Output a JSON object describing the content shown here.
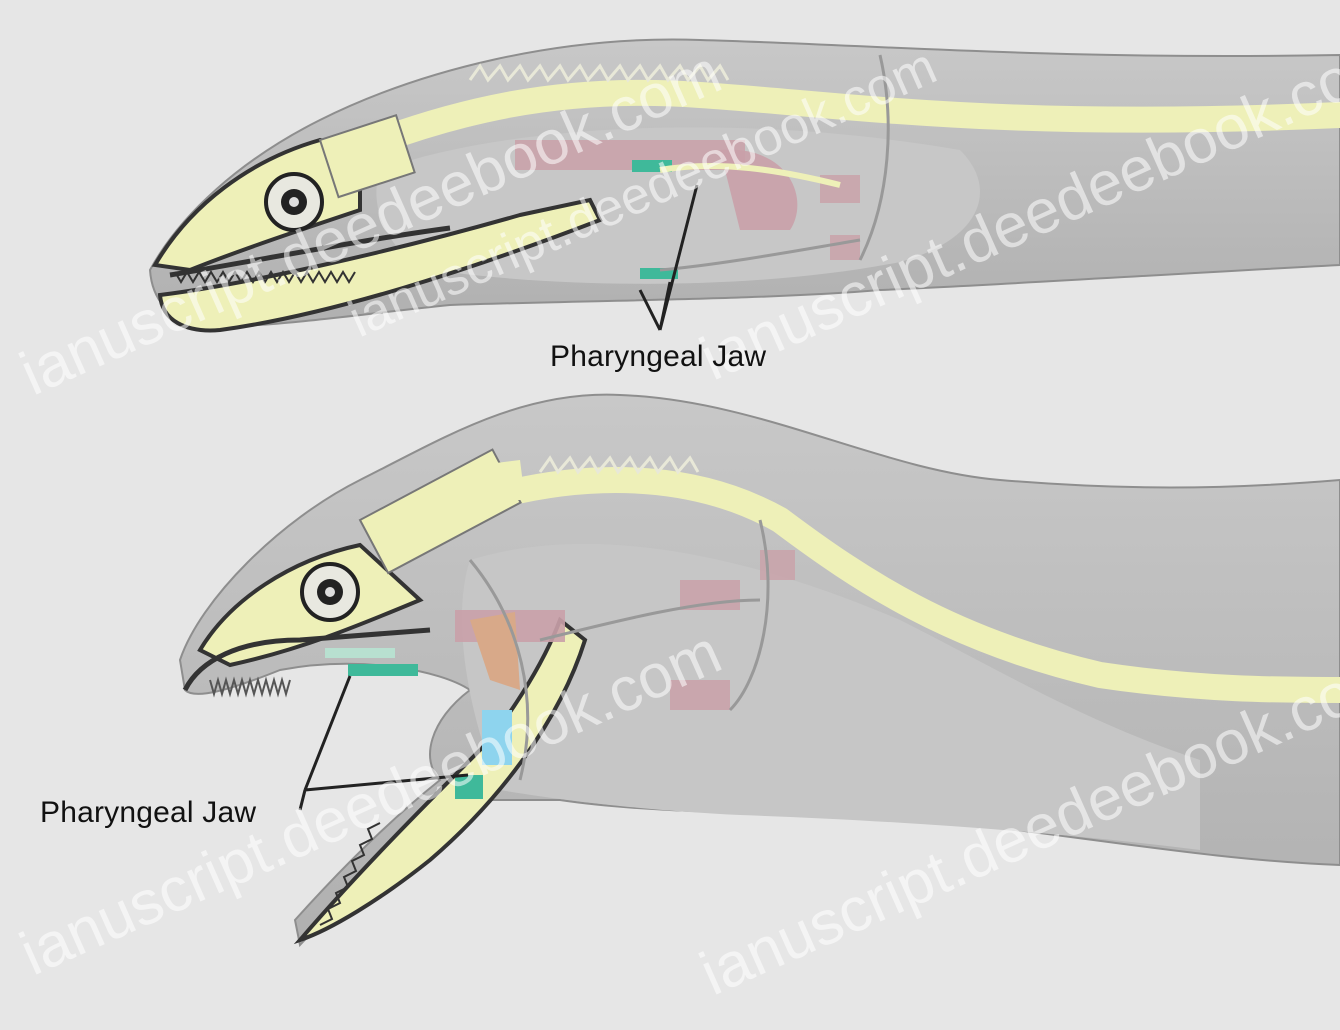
{
  "labels": {
    "top": "Pharyngeal Jaw",
    "bottom": "Pharyngeal Jaw"
  },
  "watermarks": [
    "ianuscript.deedeebook.com",
    "ianuscript.deedeebook.com",
    "ianuscript.deedeebook.com",
    "ianuscript.deedeebook.com",
    "ianuscript.deedeebook.com"
  ],
  "colors": {
    "background": "#e6e6e6",
    "body": "#b8b8b8",
    "bone": "#eef0b8",
    "muscle": "#c9a0a8",
    "pharyngeal_jaw": "#3fb99a",
    "tendon": "#d8a989",
    "blue": "#8ed4ee",
    "outline": "#333333"
  }
}
